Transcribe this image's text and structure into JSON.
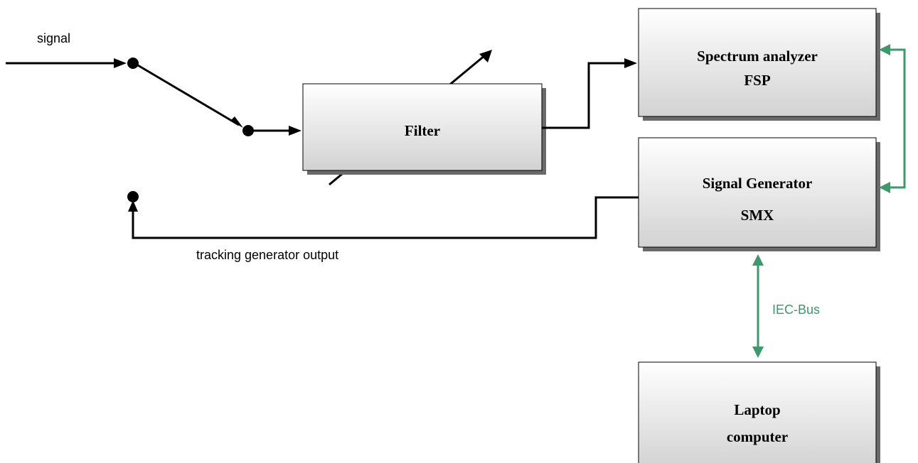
{
  "labels": {
    "signal": "signal",
    "tracking": "tracking generator output",
    "bus": "IEC-Bus"
  },
  "blocks": {
    "filter": [
      "Filter"
    ],
    "spectrum": [
      "Spectrum analyzer",
      "FSP"
    ],
    "generator": [
      "Signal Generator",
      "SMX"
    ],
    "laptop": [
      "Laptop",
      "computer"
    ]
  },
  "colors": {
    "line": "#000000",
    "bus": "#3a9a6a",
    "block_top": "#ffffff",
    "block_bottom": "#d2d2d2",
    "shadow": "#6a6a6a"
  }
}
